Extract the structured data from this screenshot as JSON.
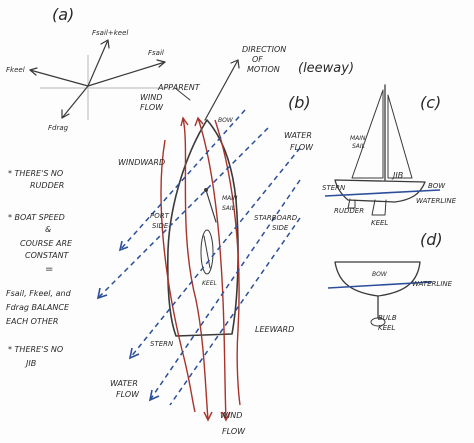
{
  "colors": {
    "pencil": "#3a3a3a",
    "water_flow": "#2b4f9a",
    "wind_flow": "#a8332b",
    "background": "#fdfdfd"
  },
  "panels": {
    "a": {
      "label": "(a)",
      "forces": {
        "sail_keel": "Fsail+keel",
        "sail": "Fsail",
        "keel": "Fkeel",
        "drag": "Fdrag"
      }
    },
    "b": {
      "label": "(b)",
      "direction_of_motion": [
        "DIRECTION",
        "OF",
        "MOTION"
      ],
      "leeway": "(leeway)",
      "apparent_wind_flow": [
        "APPARENT",
        "WIND",
        "FLOW"
      ],
      "water_flow_top": [
        "WATER",
        "FLOW"
      ],
      "water_flow_bottom": [
        "WATER",
        "FLOW"
      ],
      "wind_flow_bottom": [
        "WIND",
        "FLOW"
      ],
      "windward": "WINDWARD",
      "leeward": "LEEWARD",
      "port_side": [
        "PORT",
        "SIDE"
      ],
      "starboard_side": [
        "STARBOARD",
        "SIDE"
      ],
      "main_sail": [
        "MAIN",
        "SAIL"
      ],
      "keel": "KEEL",
      "bow": "BOW",
      "stern": "STERN"
    },
    "c": {
      "label": "(c)",
      "main_sail": [
        "MAIN",
        "SAIL"
      ],
      "jib": "JIB",
      "stern": "STERN",
      "bow": "BOW",
      "rudder": "RUDDER",
      "keel": "KEEL",
      "waterline": "WATERLINE"
    },
    "d": {
      "label": "(d)",
      "bow": "BOW",
      "waterline": "WATERLINE",
      "bulb_keel": [
        "BULB",
        "KEEL"
      ]
    }
  },
  "notes": {
    "n1": [
      "* THERE'S NO",
      "RUDDER"
    ],
    "n2": [
      "* BOAT SPEED",
      "&",
      "COURSE ARE",
      "CONSTANT"
    ],
    "equals": "=",
    "n3": [
      "Fsail, Fkeel, and",
      "Fdrag BALANCE",
      "EACH OTHER"
    ],
    "n4": [
      "* THERE'S NO",
      "JIB"
    ]
  }
}
